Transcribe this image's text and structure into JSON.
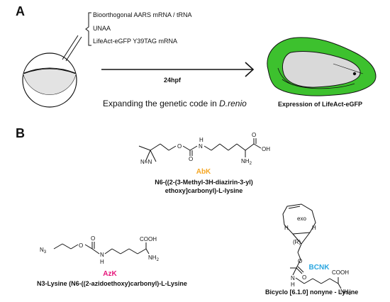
{
  "panel_a": {
    "label": "A",
    "reagents": [
      "Bioorthogonal AARS mRNA / tRNA",
      "UNAA",
      "LifeAct-eGFP Y39TAG mRNA"
    ],
    "time_label": "24hpf",
    "caption_prefix": "Expanding the genetic code in ",
    "caption_species": "D.renio",
    "result_label": "Expression of LifeAct-eGFP"
  },
  "panel_b": {
    "label": "B",
    "abk": {
      "abbrev": "AbK",
      "name_line1": "N6-((2-(3-Methyl-3H-diazirin-3-yl)",
      "name_line2": "ethoxy]carbonyl)-L-lysine",
      "color": "#f5a623"
    },
    "azk": {
      "abbrev": "AzK",
      "name": "N3-Lysine (N6-((2-azidoethoxy)carbonyl)-L-Lysine",
      "color": "#e6157a"
    },
    "bcnk": {
      "abbrev": "BCNK",
      "name": "Bicyclo [6.1.0] nonyne - Lysine",
      "color": "#2aa6e0"
    }
  },
  "atoms": {
    "O": "O",
    "N": "N",
    "H": "H",
    "OH": "OH",
    "NH2": "NH",
    "sub2": "2",
    "COOH": "COOH",
    "N3": "N",
    "sub3": "3",
    "NeqN": "N=N",
    "exo": "exo",
    "R": "(R)"
  },
  "colors": {
    "embryo_green": "#3dc12e",
    "yolk_grey": "#d9d9d9",
    "egg_fill": "#e3e3e3"
  }
}
